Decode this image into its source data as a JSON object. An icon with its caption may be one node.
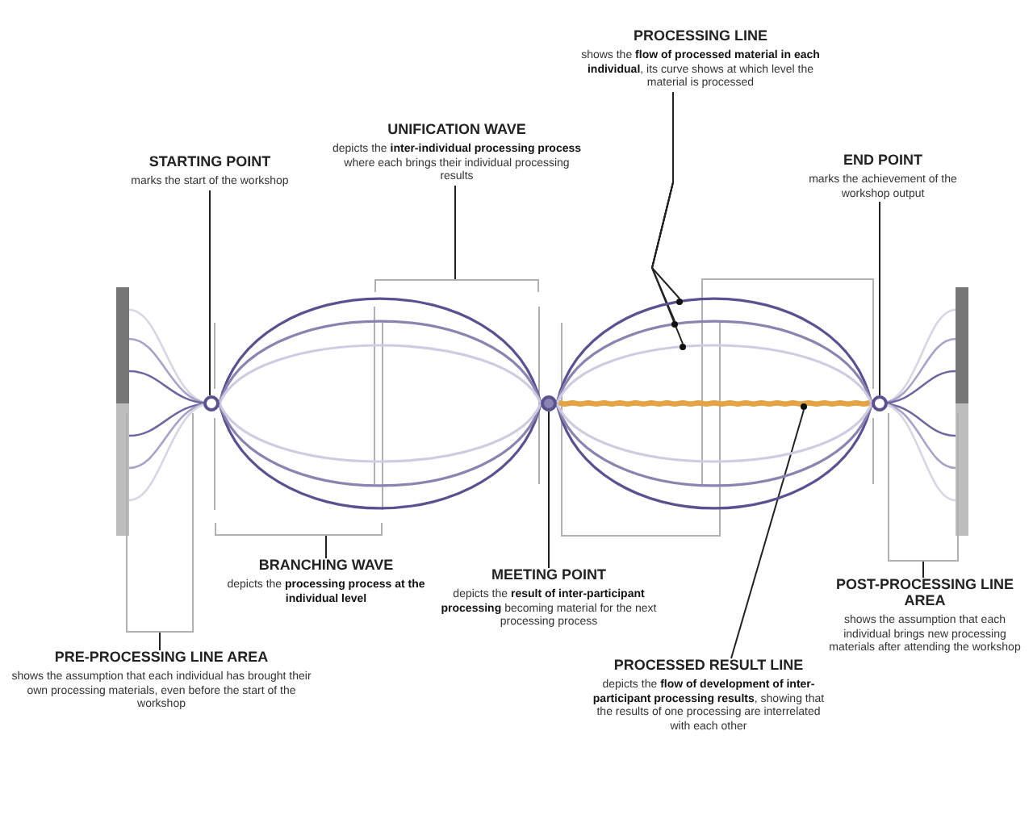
{
  "diagram": {
    "nodes": [
      {
        "text": [
          "PROCESSING LINE",
          "shows the **flow of processed material in each individual**, its curve shows at which level the material is processed"
        ]
      },
      {
        "text": [
          "UNIFICATION WAVE",
          "depicts the **inter-individual processing process** where each brings their individual processing results"
        ]
      },
      {
        "text": [
          "STARTING POINT",
          "marks the start of the workshop"
        ]
      },
      {
        "text": [
          "END POINT",
          "marks the achievement of the workshop output"
        ]
      },
      {
        "text": [],
        "shape": "circle"
      },
      {
        "text": [],
        "shape": "circle"
      },
      {
        "text": [],
        "shape": "circle"
      },
      {
        "text": [
          "BRANCHING WAVE",
          "depicts the **processing process at the individual level**"
        ]
      },
      {
        "text": [
          "MEETING POINT",
          "depicts the **result of inter-participant processing** becoming material for the next processing process"
        ]
      },
      {
        "text": [
          "POST-PROCESSING LINE AREA",
          "shows the assumption that each individual brings new processing materials after attending the workshop"
        ]
      },
      {
        "text": [
          "PRE-PROCESSING LINE AREA",
          "shows the assumption that each individual has brought their own processing materials, even before the start of the workshop"
        ]
      },
      {
        "text": [
          "PROCESSED RESULT LINE",
          "depicts the **flow of development of inter-participant processing results**, showing that the results of one processing are interrelated with each other"
        ]
      },
      {
        "text": [],
        "shape": "bracket"
      },
      {
        "text": [],
        "shape": "bracket"
      },
      {
        "text": [],
        "shape": "bracket"
      },
      {
        "text": [],
        "shape": "bracket"
      },
      {
        "text": [],
        "shape": "circle"
      },
      {
        "text": [],
        "shape": "circle"
      },
      {
        "text": [],
        "shape": "circle"
      },
      {
        "text": [],
        "shape": "circle"
      }
    ],
    "edges": [
      {
        "from": 2,
        "to": 4,
        "arrow": "none"
      },
      {
        "from": 3,
        "to": 6,
        "arrow": "none"
      },
      {
        "from": 8,
        "to": 5,
        "arrow": "none"
      },
      {
        "from": 1,
        "to": 12,
        "arrow": "none"
      },
      {
        "from": 7,
        "to": 13,
        "arrow": "none"
      },
      {
        "from": 10,
        "to": 14,
        "arrow": "none"
      },
      {
        "from": 9,
        "to": 15,
        "arrow": "none"
      },
      {
        "from": 0,
        "to": 16,
        "arrow": "none"
      },
      {
        "from": 0,
        "to": 17,
        "arrow": "none"
      },
      {
        "from": 0,
        "to": 18,
        "arrow": "none"
      },
      {
        "from": 11,
        "to": 19,
        "arrow": "none"
      },
      {
        "from": 5,
        "to": 6,
        "arrow": "none",
        "style": "thick",
        "color": "#e4a444"
      },
      {
        "from": 4,
        "to": 5,
        "arrow": "none",
        "color": "#5a5290"
      },
      {
        "from": 4,
        "to": 5,
        "arrow": "none",
        "color": "#8a84b0"
      },
      {
        "from": 4,
        "to": 5,
        "arrow": "none",
        "color": "#cfcce2"
      },
      {
        "from": 4,
        "to": 5,
        "arrow": "none",
        "color": "#5a5290"
      },
      {
        "from": 4,
        "to": 5,
        "arrow": "none",
        "color": "#8a84b0"
      },
      {
        "from": 4,
        "to": 5,
        "arrow": "none",
        "color": "#cfcce2"
      },
      {
        "from": 5,
        "to": 6,
        "arrow": "none",
        "color": "#5a5290"
      },
      {
        "from": 5,
        "to": 6,
        "arrow": "none",
        "color": "#8a84b0"
      },
      {
        "from": 5,
        "to": 6,
        "arrow": "none",
        "color": "#cfcce2"
      },
      {
        "from": 5,
        "to": 6,
        "arrow": "none",
        "color": "#5a5290"
      },
      {
        "from": 5,
        "to": 6,
        "arrow": "none",
        "color": "#8a84b0"
      },
      {
        "from": 5,
        "to": 6,
        "arrow": "none",
        "color": "#cfcce2"
      }
    ]
  }
}
